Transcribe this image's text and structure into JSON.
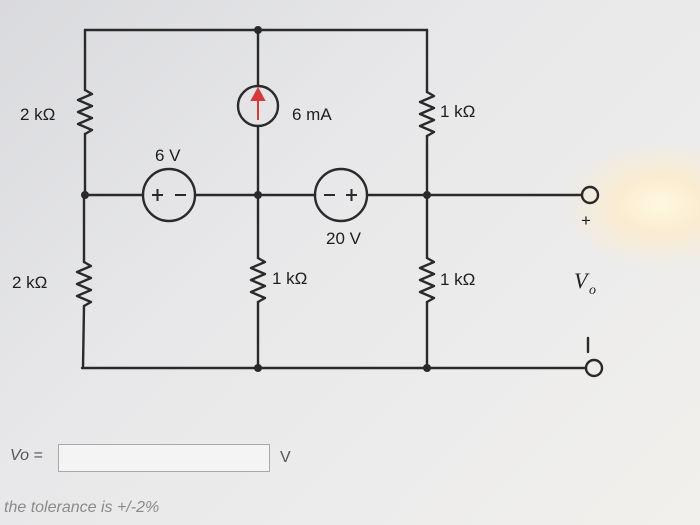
{
  "circuit": {
    "r_top_left": "2 kΩ",
    "r_bottom_left": "2 kΩ",
    "source_6v": "6 V",
    "source_20v": "20 V",
    "current_source": "6 mA",
    "r_top_right": "1 kΩ",
    "r_bottom_mid": "1 kΩ",
    "r_bottom_right": "1 kΩ",
    "plus_sign": "+",
    "minus_sign": "–",
    "vo_main": "V",
    "vo_sub": "o"
  },
  "answer": {
    "label": "Vo =",
    "value": "",
    "placeholder": "",
    "unit": "V"
  },
  "tolerance_text": "the tolerance is +/-2%"
}
